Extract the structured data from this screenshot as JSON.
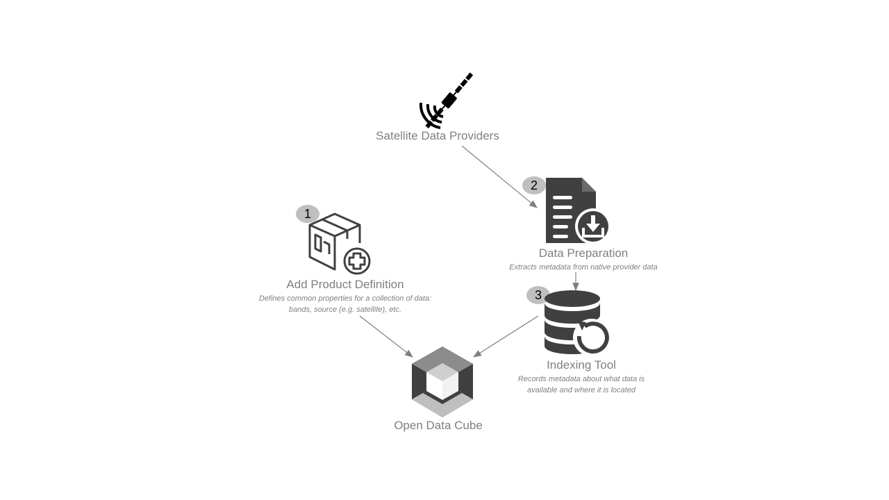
{
  "nodes": {
    "satellite": {
      "title": "Satellite Data Providers",
      "icon": "satellite-icon"
    },
    "data_prep": {
      "badge": "2",
      "title": "Data Preparation",
      "desc": "Extracts metadata from native provider data",
      "icon": "document-download-icon"
    },
    "product_def": {
      "badge": "1",
      "title": "Add Product Definition",
      "desc_line1": "Defines common properties for a collection of data:",
      "desc_line2": "bands, source (e.g. satellite), etc.",
      "icon": "box-add-icon"
    },
    "indexing": {
      "badge": "3",
      "title": "Indexing Tool",
      "desc_line1": "Records metadata about what data is",
      "desc_line2": "available and where  it is located",
      "icon": "database-refresh-icon"
    },
    "odc": {
      "title": "Open Data Cube",
      "icon": "cube-logo-icon"
    }
  },
  "colors": {
    "text": "#7f7f7f",
    "icon": "#404040",
    "badge": "#bfbfbf",
    "arrow": "#7f7f7f"
  }
}
